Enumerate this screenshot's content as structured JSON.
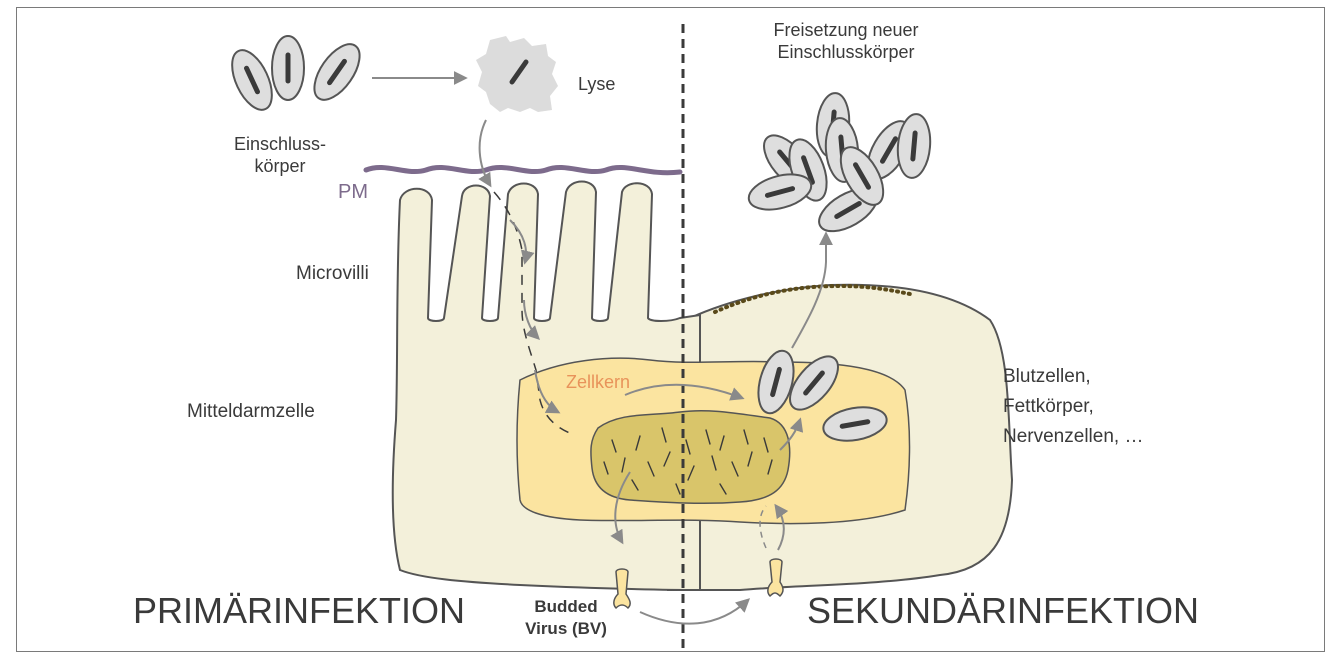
{
  "labels": {
    "inclusion_bodies_line1": "Einschluss-",
    "inclusion_bodies_line2": "körper",
    "lysis": "Lyse",
    "pm": "PM",
    "microvilli": "Microvilli",
    "midgut_cell": "Mitteldarmzelle",
    "nucleus": "Zellkern",
    "release_line1": "Freisetzung neuer",
    "release_line2": "Einschlusskörper",
    "blood_cells": "Blutzellen,",
    "fat_body": "Fettkörper,",
    "nerve_cells": "Nervenzellen, …",
    "primary_infection": "PRIMÄRINFEKTION",
    "secondary_infection": "SEKUNDÄRINFEKTION",
    "bv_line1": "Budded",
    "bv_line2": "Virus (BV)"
  },
  "colors": {
    "cell_fill": "#f3f0da",
    "cell_stroke": "#555555",
    "nucleus_fill": "#fbe4a0",
    "virogenic_stroma_fill": "#d9c56a",
    "pm_color": "#7d6b8c",
    "pm_label_color": "#7d6b8c",
    "nucleus_label_color": "#e8935a",
    "inclusion_body_fill": "#dedede",
    "arrow_color": "#8a8a8a",
    "basal_lamina_dots": "#5a4a1a",
    "lysis_fill": "#dcdcdc",
    "divider": "#3a3a3a"
  },
  "icons": {
    "inclusion_body": "occlusion-body-icon",
    "budded_virus": "budded-virus-icon",
    "lysis": "lysis-cloud-icon"
  }
}
